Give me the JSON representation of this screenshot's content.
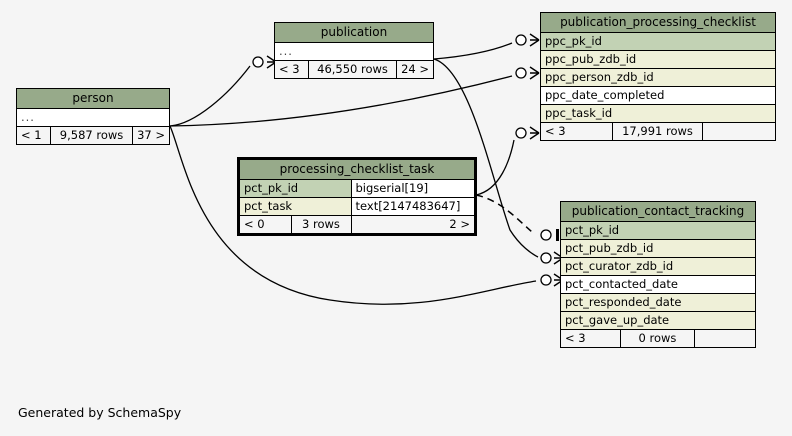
{
  "diagram": {
    "title": "SchemaSpy relationship diagram",
    "background_color": "#f5f5f5",
    "footer_text": "Generated by SchemaSpy",
    "header_color": "#97aa8a",
    "primary_key_color": "#c2d2b4",
    "foreign_key_color": "#eff0d8",
    "plain_column_color": "#ffffff",
    "ellipsis": "..."
  },
  "tables": {
    "person": {
      "name": "person",
      "columns": [
        {
          "name": "...",
          "kind": "ellipsis",
          "type": ""
        }
      ],
      "footer": {
        "parents": "< 1",
        "rows": "9,587 rows",
        "children": "37 >"
      }
    },
    "publication": {
      "name": "publication",
      "columns": [
        {
          "name": "...",
          "kind": "ellipsis",
          "type": ""
        }
      ],
      "footer": {
        "parents": "< 3",
        "rows": "46,550 rows",
        "children": "24 >"
      }
    },
    "publication_processing_checklist": {
      "name": "publication_processing_checklist",
      "columns": [
        {
          "name": "ppc_pk_id",
          "kind": "pk",
          "type": ""
        },
        {
          "name": "ppc_pub_zdb_id",
          "kind": "fk",
          "type": ""
        },
        {
          "name": "ppc_person_zdb_id",
          "kind": "fk",
          "type": ""
        },
        {
          "name": "ppc_date_completed",
          "kind": "plain",
          "type": ""
        },
        {
          "name": "ppc_task_id",
          "kind": "fk",
          "type": ""
        }
      ],
      "footer": {
        "parents": "< 3",
        "rows": "17,991 rows",
        "children": ""
      }
    },
    "processing_checklist_task": {
      "name": "processing_checklist_task",
      "columns": [
        {
          "name": "pct_pk_id",
          "kind": "pk",
          "type": "bigserial[19]"
        },
        {
          "name": "pct_task",
          "kind": "fk",
          "type": "text[2147483647]"
        }
      ],
      "footer": {
        "parents": "< 0",
        "rows": "3 rows",
        "children": "2 >"
      }
    },
    "publication_contact_tracking": {
      "name": "publication_contact_tracking",
      "columns": [
        {
          "name": "pct_pk_id",
          "kind": "pk",
          "type": ""
        },
        {
          "name": "pct_pub_zdb_id",
          "kind": "fk",
          "type": ""
        },
        {
          "name": "pct_curator_zdb_id",
          "kind": "fk",
          "type": ""
        },
        {
          "name": "pct_contacted_date",
          "kind": "plain",
          "type": ""
        },
        {
          "name": "pct_responded_date",
          "kind": "fk",
          "type": ""
        },
        {
          "name": "pct_gave_up_date",
          "kind": "fk",
          "type": ""
        }
      ],
      "footer": {
        "parents": "< 3",
        "rows": "0 rows",
        "children": ""
      }
    }
  },
  "relationships": [
    {
      "from": "person",
      "to": "publication",
      "style": "solid"
    },
    {
      "from": "person",
      "to": "publication_processing_checklist.ppc_person_zdb_id",
      "style": "solid"
    },
    {
      "from": "person",
      "to": "publication_contact_tracking.pct_curator_zdb_id",
      "style": "solid"
    },
    {
      "from": "publication",
      "to": "publication_processing_checklist.ppc_pub_zdb_id",
      "style": "solid"
    },
    {
      "from": "publication",
      "to": "publication_contact_tracking.pct_pub_zdb_id",
      "style": "solid"
    },
    {
      "from": "processing_checklist_task",
      "to": "publication_processing_checklist.ppc_task_id",
      "style": "solid"
    },
    {
      "from": "processing_checklist_task",
      "to": "publication_contact_tracking.pct_pk_id",
      "style": "dashed"
    }
  ]
}
